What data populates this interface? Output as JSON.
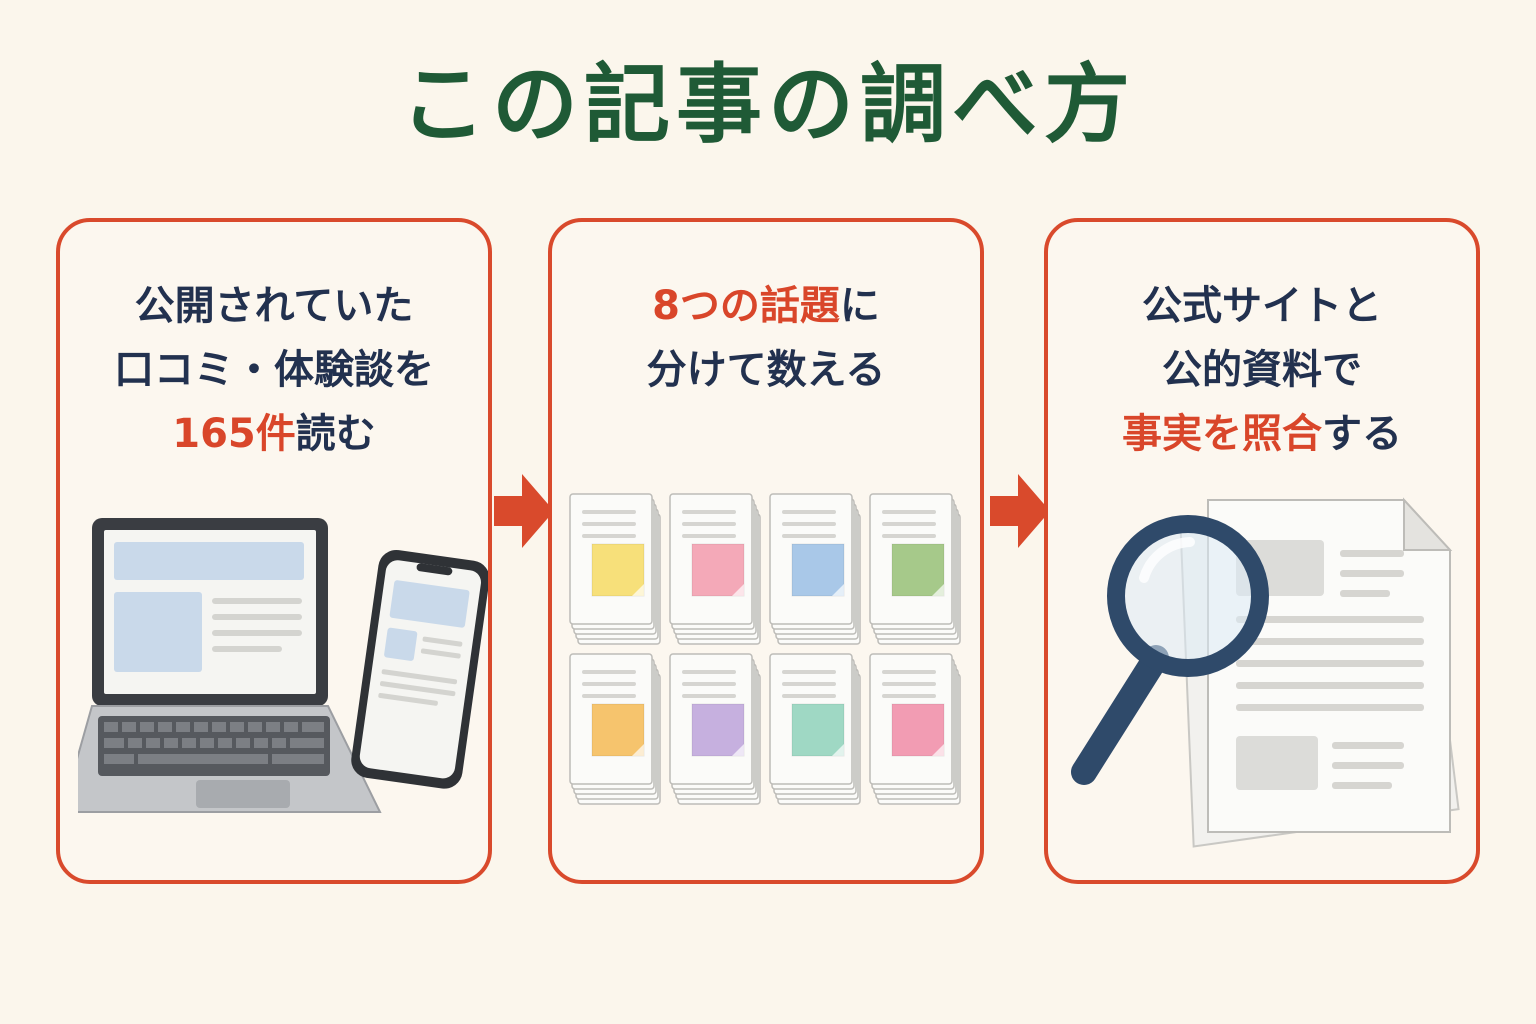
{
  "title": "この記事の調べ方",
  "colors": {
    "title": "#1f5a36",
    "border": "#d94a2c",
    "text": "#22314f",
    "accent": "#d9462a",
    "background": "#fbf6ec"
  },
  "steps": [
    {
      "line1": "公開されていた",
      "line2": "口コミ・体験談を",
      "line3_accent": "165件",
      "line3_rest": "読む",
      "icons": [
        "laptop-icon",
        "smartphone-icon"
      ]
    },
    {
      "line1_accent": "8つの話題",
      "line1_rest": "に",
      "line2": "分けて数える",
      "icons": [
        "document-stack-icon"
      ],
      "note_colors": [
        "#f7e07a",
        "#f4a9b8",
        "#a9c8e8",
        "#a6c98a",
        "#f6c46d",
        "#c6b0df",
        "#9fd8c4",
        "#f29cb3"
      ]
    },
    {
      "line1": "公式サイトと",
      "line2": "公的資料で",
      "line3_accent": "事実を照合",
      "line3_rest": "する",
      "icons": [
        "document-icon",
        "magnifying-glass-icon"
      ]
    }
  ]
}
